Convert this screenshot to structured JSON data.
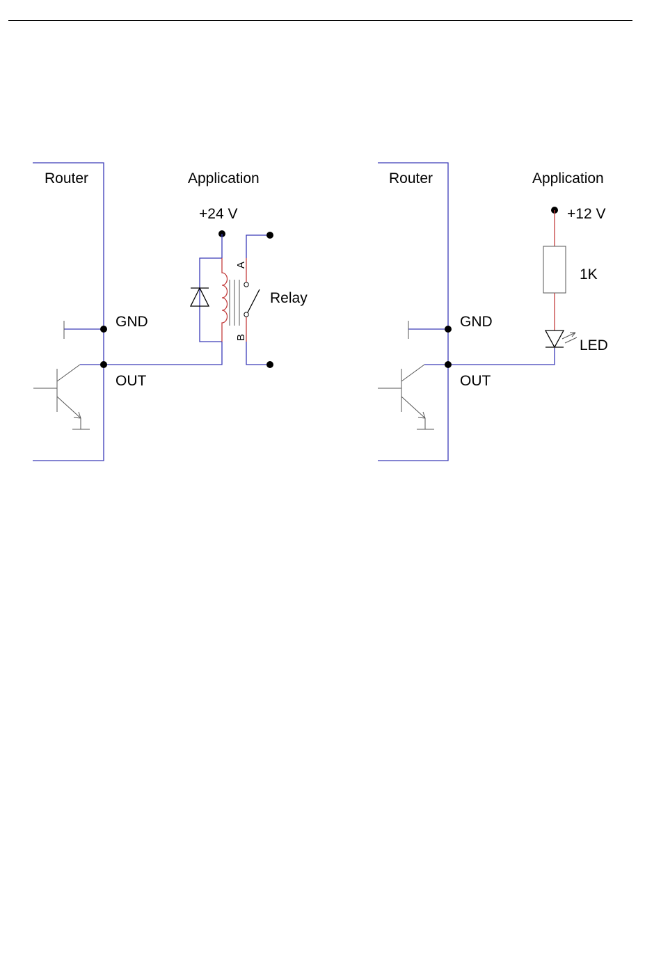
{
  "relay_circuit": {
    "router_label": "Router",
    "application_label": "Application",
    "supply_label": "+24 V",
    "gnd_label": "GND",
    "out_label": "OUT",
    "relay_label": "Relay",
    "contact_a_label": "A",
    "contact_b_label": "B"
  },
  "led_circuit": {
    "router_label": "Router",
    "application_label": "Application",
    "supply_label": "+12 V",
    "gnd_label": "GND",
    "out_label": "OUT",
    "resistor_label": "1K",
    "led_label": "LED"
  },
  "colors": {
    "wire_blue": "#3a3ab8",
    "wire_red": "#c23b3b",
    "ink": "#000000"
  }
}
